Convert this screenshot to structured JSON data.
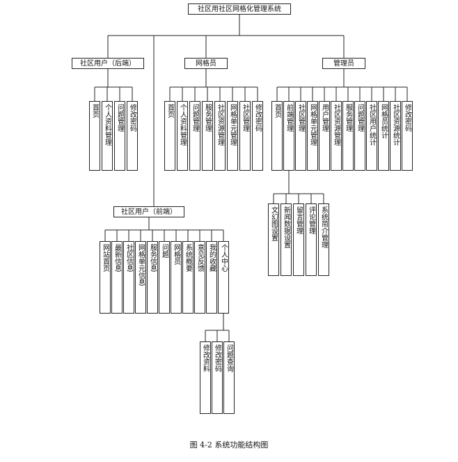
{
  "diagram": {
    "root": "社区用社区网格化管理系统",
    "caption": "图 4-2 系统功能结构图",
    "backend": {
      "title": "社区用户（后端）",
      "items": [
        "首页",
        "个人资料管理",
        "问题管理",
        "修改密码"
      ]
    },
    "grid_member": {
      "title": "网格员",
      "items": [
        "首页",
        "个人资料管理",
        "问题管理",
        "服务管理",
        "社区资源管理",
        "网格单元管理",
        "社区管理",
        "修改密码"
      ]
    },
    "admin": {
      "title": "管理员",
      "items": [
        "首页",
        "前端管理",
        "社区管理",
        "网格单元管理",
        "用户管理",
        "社区资源管理",
        "服务管理",
        "问题管理",
        "社区用户统计",
        "网格员统计",
        "社区资源统计",
        "修改密码"
      ],
      "frontend_children": [
        "文幻图设置",
        "新闻数据设置",
        "留言管理",
        "评论管理",
        "系统简介管理"
      ]
    },
    "frontend": {
      "title": "社区用户（前端）",
      "items": [
        "网站首页",
        "最新信息",
        "社区信息",
        "网格单元信息",
        "服务信息",
        "问题",
        "网格员",
        "系统概要",
        "意见反馈",
        "我的收藏",
        "个人中心"
      ],
      "personal_children": [
        "修改资料",
        "修改密码",
        "问题查询"
      ]
    }
  }
}
